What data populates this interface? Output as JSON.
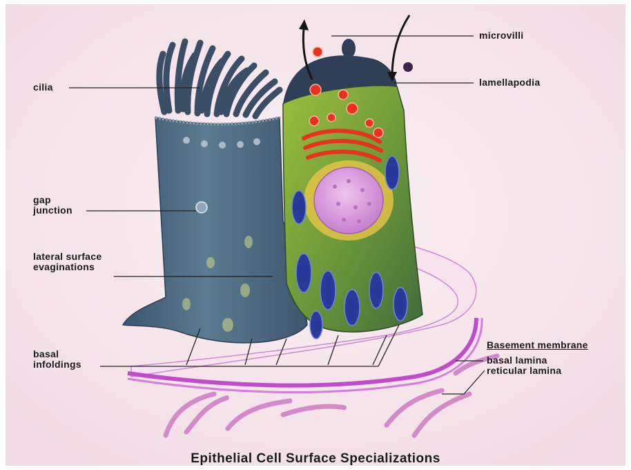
{
  "title": "Epithelial Cell Surface Specializations",
  "labels": {
    "microvilli": "microvilli",
    "lamellapodia": "lamellapodia",
    "cilia": "cilia",
    "gap_junction": "gap junction",
    "lateral_surface_evaginations": "lateral surface evaginations",
    "basal_infoldings": "basal infoldings",
    "basement_membrane": "Basement membrane",
    "basal_lamina": "basal lamina",
    "reticular_lamina": "reticular lamina"
  },
  "colors": {
    "background": "#f7e8ee",
    "left_cell": "#4a6680",
    "right_cell": "#6f9a3a",
    "nucleus": "#d69ad8",
    "vesicles": "#e8321e",
    "mitochondria": "#2a3a9a",
    "basement_membrane": "#c04ccc"
  }
}
